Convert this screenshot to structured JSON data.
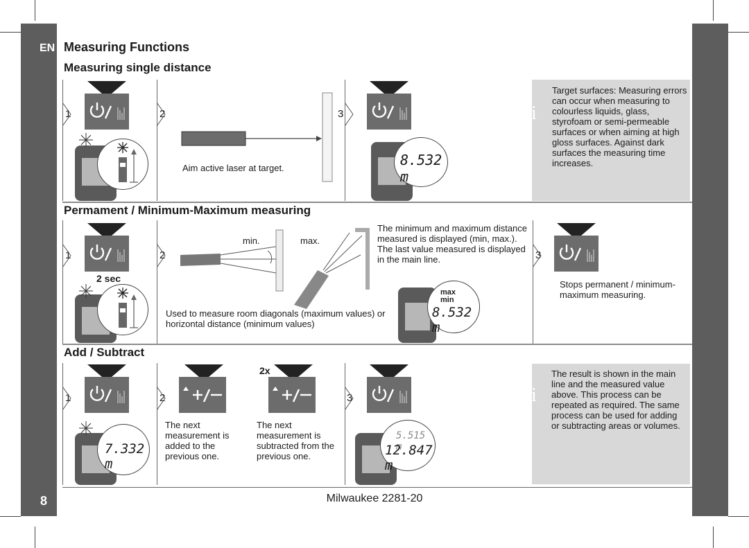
{
  "lang_tag": "EN",
  "page_number": "8",
  "title": "Measuring Functions",
  "footer": "Milwaukee 2281-20",
  "sections": {
    "single": {
      "heading": "Measuring single distance",
      "steps": [
        "1",
        "2",
        "3"
      ],
      "aim_text": "Aim active laser at target.",
      "display_value": "8.532 m",
      "info": "Target surfaces: Measuring errors can occur when measuring to colourless liquids, glass, styrofoam or semi-permeable surfaces or when aiming at high gloss surfaces. Against dark surfaces the measuring time increases."
    },
    "permanent": {
      "heading": "Permament / Minimum-Maximum measuring",
      "steps": [
        "1",
        "2",
        "3"
      ],
      "hold_label": "2 sec",
      "min_label": "min.",
      "max_label": "max.",
      "usage_text": "Used to measure room diagonals (maximum values) or horizontal distance (minimum values)",
      "minmax_text": "The minimum and maximum distance measured is displayed (min, max.). The last value measured is displayed in the main line.",
      "max_tag": "max",
      "min_tag": "min",
      "display_value": "8.532 m",
      "stop_text": "Stops permanent / minimum-maximum measuring."
    },
    "addsub": {
      "heading": "Add / Subtract",
      "steps": [
        "1",
        "2",
        "3"
      ],
      "times_label": "2x",
      "add_text": "The next measurement is added to the previous one.",
      "sub_text": "The next measurement is subtracted from the previous one.",
      "value_1": "7.332 m",
      "value_small": "5.515 m",
      "value_main": "12.847 m",
      "info": "The result is shown in the main line and the measured value above. This process can be repeated as required. The same process can be used for adding or subtracting areas or volumes."
    }
  },
  "icons": [
    "power-icon",
    "plus-minus-icon",
    "info-icon",
    "laser-star-icon",
    "arrow-down-icon"
  ]
}
